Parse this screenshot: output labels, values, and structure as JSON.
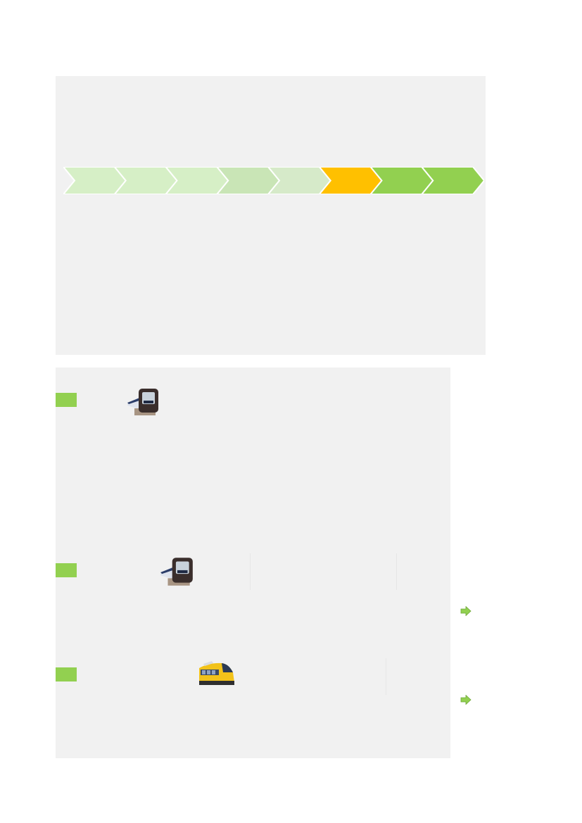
{
  "process_steps": [
    {
      "color": "#d6efc6",
      "state": "pending"
    },
    {
      "color": "#d6efc6",
      "state": "pending"
    },
    {
      "color": "#d6efc6",
      "state": "pending"
    },
    {
      "color": "#c9e5b6",
      "state": "pending"
    },
    {
      "color": "#d6eac9",
      "state": "pending"
    },
    {
      "color": "#ffc000",
      "state": "current"
    },
    {
      "color": "#92d050",
      "state": "done"
    },
    {
      "color": "#92d050",
      "state": "done"
    }
  ],
  "colors": {
    "panel_background": "#f1f1f1",
    "section_marker": "#92d050",
    "arrow": "#92d050"
  },
  "sections": [
    {
      "marker": "section-marker",
      "icon": "metro-train-front-icon"
    },
    {
      "marker": "section-marker",
      "icon": "metro-train-front-icon"
    },
    {
      "marker": "section-marker",
      "icon": "yellow-tram-icon"
    }
  ],
  "side_links": [
    {
      "icon": "green-arrow-right-icon"
    },
    {
      "icon": "green-arrow-right-icon"
    }
  ]
}
